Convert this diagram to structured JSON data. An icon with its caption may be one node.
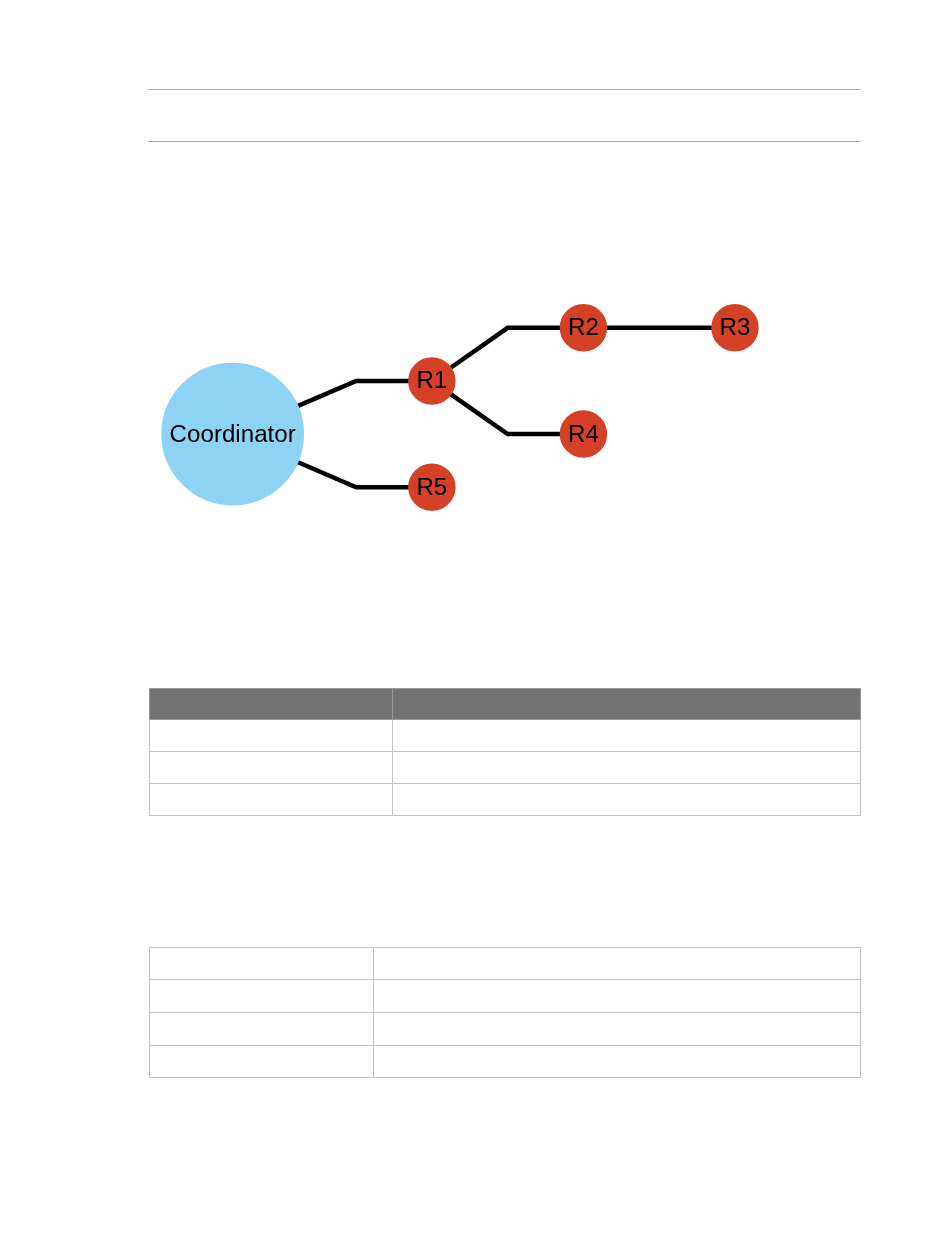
{
  "diagram": {
    "nodes": [
      {
        "text": [
          "Coordinator"
        ]
      },
      {
        "text": [
          "R1"
        ]
      },
      {
        "text": [
          "R2"
        ]
      },
      {
        "text": [
          "R3"
        ]
      },
      {
        "text": [
          "R4"
        ]
      },
      {
        "text": [
          "R5"
        ]
      }
    ],
    "edges": [
      {
        "from": 0,
        "to": 1,
        "arrow": "none"
      },
      {
        "from": 1,
        "to": 2,
        "arrow": "none"
      },
      {
        "from": 2,
        "to": 3,
        "arrow": "none"
      },
      {
        "from": 1,
        "to": 4,
        "arrow": "none"
      },
      {
        "from": 0,
        "to": 5,
        "arrow": "none"
      }
    ]
  }
}
